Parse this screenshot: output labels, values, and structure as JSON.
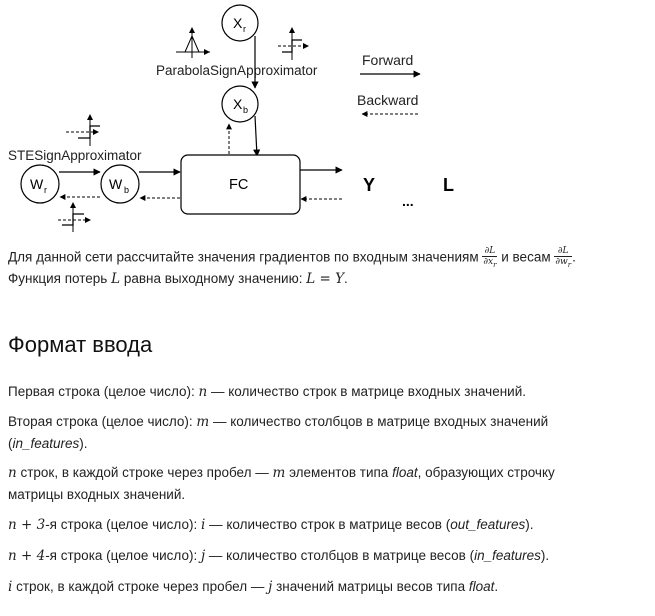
{
  "diagram": {
    "node_xr_main": "X",
    "node_xr_sub": "r",
    "node_xb_main": "X",
    "node_xb_sub": "b",
    "node_wr_main": "W",
    "node_wr_sub": "r",
    "node_wb_main": "W",
    "node_wb_sub": "b",
    "fc_label": "FC",
    "y_label": "Y",
    "l_label": "L",
    "ellipsis": "...",
    "parabola_label": "ParabolaSignApproximator",
    "ste_label": "STESignApproximator",
    "legend_forward": "Forward",
    "legend_backward": "Backward"
  },
  "intro": {
    "line1_text": "Для данной сети рассчитайте значения градиентов по входным значениям",
    "grad_x_num": "∂L",
    "grad_x_den": "∂x",
    "grad_x_sub": "r",
    "line1_and": "и весам",
    "grad_w_num": "∂L",
    "grad_w_den": "∂w",
    "grad_w_sub": "r",
    "line1_end": ".",
    "line2_a": "Функция потерь",
    "line2_L": "L",
    "line2_b": "равна выходному значению:",
    "line2_eq": "L = Y",
    "line2_end": "."
  },
  "section": {
    "heading": "Формат ввода"
  },
  "items": {
    "i1_a": "Первая строка (целое число):",
    "i1_var": "n",
    "i1_b": "— количество строк в матрице входных значений.",
    "i2_a": "Вторая строка (целое число):",
    "i2_var": "m",
    "i2_b": "— количество столбцов в матрице входных значений",
    "i2_c_open": "(",
    "i2_c_it": "in_features",
    "i2_c_close": ").",
    "i3_var1": "n",
    "i3_a": "строк, в каждой строке через пробел —",
    "i3_var2": "m",
    "i3_b": "элементов типа",
    "i3_it": "float",
    "i3_c": ", образующих строчку",
    "i3_d": "матрицы входных значений.",
    "i4_expr": "n + 3",
    "i4_a": "-я строка (целое число):",
    "i4_var": "i",
    "i4_b": "— количество строк в матрице весов (",
    "i4_it": "out_features",
    "i4_c": ").",
    "i5_expr": "n + 4",
    "i5_a": "-я строка (целое число):",
    "i5_var": "j",
    "i5_b": "— количество столбцов в матрице весов (",
    "i5_it": "in_features",
    "i5_c": ").",
    "i6_var1": "i",
    "i6_a": "строк, в каждой строке через пробел —",
    "i6_var2": "j",
    "i6_b": "значений матрицы весов типа",
    "i6_it": "float",
    "i6_c": "."
  }
}
